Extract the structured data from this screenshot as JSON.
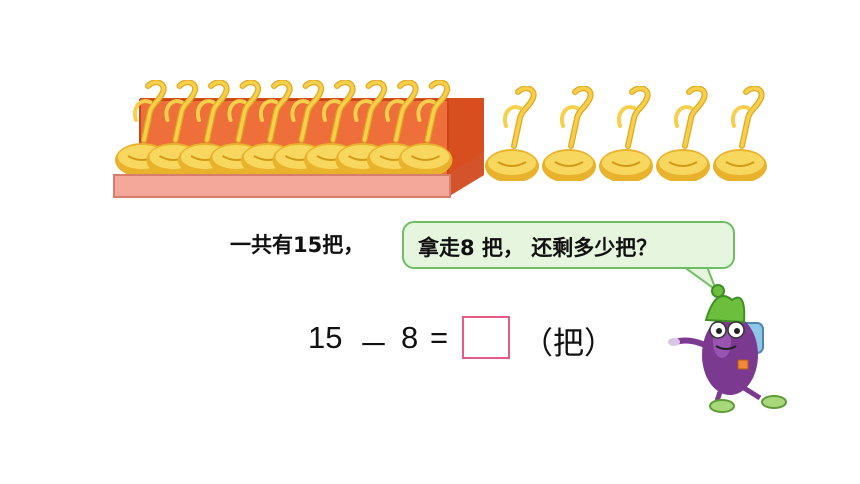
{
  "question": {
    "prefix": "一共有15把，",
    "bubble_text": "拿走8 把， 还剩多少把？"
  },
  "equation": {
    "minuend": "15",
    "operator": "－",
    "subtrahend": "8",
    "equals": "=",
    "answer": "",
    "unit": "（把）"
  },
  "illustration": {
    "ladles_in_box": 10,
    "ladles_outside": 5,
    "total_ladles": 15,
    "colors": {
      "box": "#ef6f3a",
      "box_front": "#f4a899",
      "ladle": "#f6cf4c",
      "ladle_shadow": "#e0a920",
      "bubble_fill": "#e6f5dd",
      "bubble_border": "#6fbd63",
      "answer_box_border": "#e85a86",
      "eggplant": "#7b3a8f"
    },
    "character": "eggplant-mascot"
  }
}
